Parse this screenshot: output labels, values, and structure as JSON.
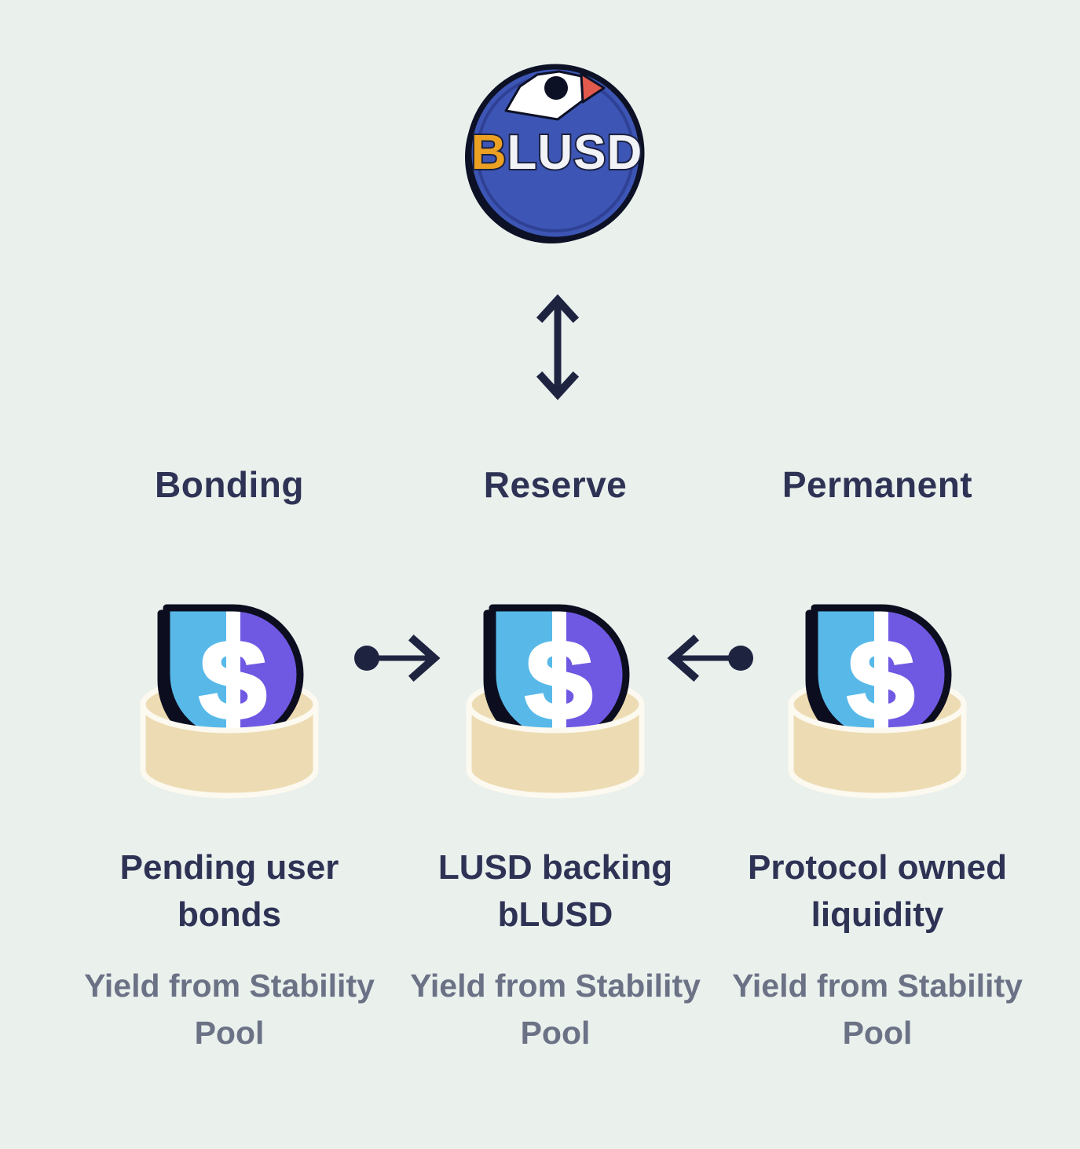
{
  "canvas": {
    "background": "#eaf0ec"
  },
  "logo_coin": {
    "name": "bLUSD-coin",
    "label_prefix": "B",
    "label_rest": "LUSD",
    "colors": {
      "coin": "#3d56b5",
      "outline": "#0d1126",
      "inner_ring": "#2e4195",
      "bird": "#ffffff",
      "eye": "#0d1126",
      "beak": "#e25a4c",
      "prefix": "#eda122",
      "letters": "#f2f3f7"
    }
  },
  "vertical_link": {
    "type": "double-headed-arrow",
    "color": "#1e2440"
  },
  "columns": [
    {
      "title": "Bonding",
      "heading": "Pending user bonds",
      "subtitle": "Yield from Stability Pool"
    },
    {
      "title": "Reserve",
      "heading": "LUSD backing bLUSD",
      "subtitle": "Yield from Stability Pool"
    },
    {
      "title": "Permanent",
      "heading": "Protocol owned liquidity",
      "subtitle": "Yield from Stability Pool"
    }
  ],
  "flows": [
    {
      "from": "Bonding",
      "to": "Reserve",
      "direction": "right"
    },
    {
      "from": "Permanent",
      "to": "Reserve",
      "direction": "left"
    }
  ],
  "lusd_icon": {
    "symbol": "S",
    "colors": {
      "left": "#58b9e9",
      "right": "#6f59e3",
      "outline": "#0c0e20",
      "stripe": "#ffffff",
      "bucket": "#eddcb3",
      "bucket_stroke": "#fcf9f0"
    }
  },
  "text_colors": {
    "title": "#2e3355",
    "heading": "#2e3355",
    "subtitle": "#6b7286",
    "arrow": "#1e2440"
  }
}
